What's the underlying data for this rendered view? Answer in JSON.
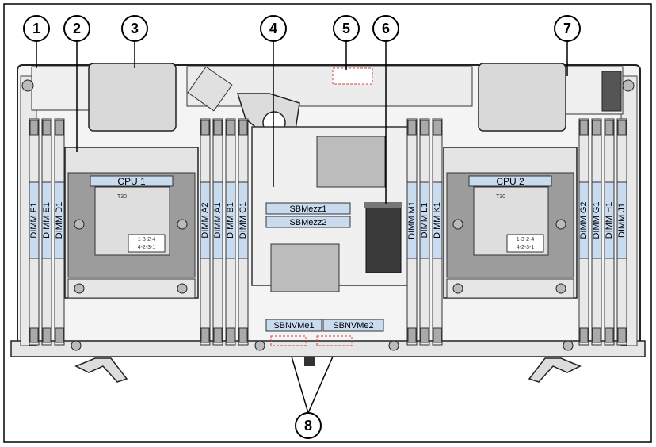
{
  "callouts": [
    "1",
    "2",
    "3",
    "4",
    "5",
    "6",
    "7",
    "8"
  ],
  "cpu1_label": "CPU 1",
  "cpu2_label": "CPU 2",
  "cpu_socket_text": "T30",
  "cpu_small_text_a": "1-3-2-4",
  "cpu_small_text_b": "4-2-3-1",
  "dimm_left_outer": [
    "DIMM F1",
    "DIMM E1",
    "DIMM D1"
  ],
  "dimm_left_inner": [
    "DIMM A2",
    "DIMM A1",
    "DIMM B1",
    "DIMM C1"
  ],
  "dimm_right_inner": [
    "DIMM M1",
    "DIMM L1",
    "DIMM K1"
  ],
  "dimm_right_outer": [
    "DIMM G2",
    "DIMM G1",
    "DIMM H1",
    "DIMM J1"
  ],
  "mezz_labels": [
    "SBMezz1",
    "SBMezz2"
  ],
  "nvme_labels": [
    "SBNVMe1",
    "SBNVMe2"
  ],
  "colors": {
    "board": "#f2f2f2",
    "outline": "#222222",
    "dimm_label_fill": "#c9dbef",
    "heatsink": "#8c8c8c",
    "callout_fill": "#ffffff"
  }
}
